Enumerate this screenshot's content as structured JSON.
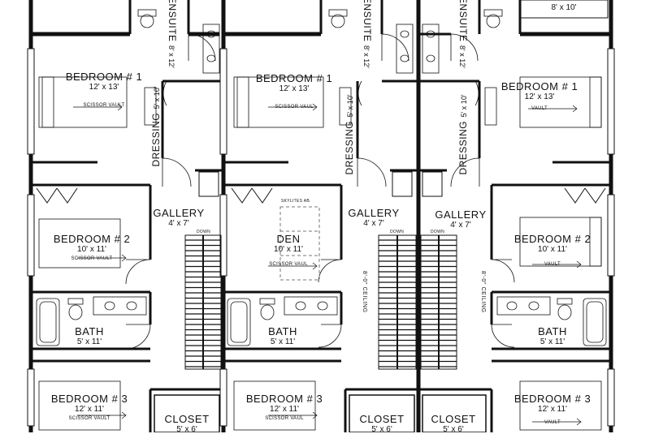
{
  "units": [
    {
      "rooms": {
        "bedroom1": {
          "name": "BEDROOM # 1",
          "dim": "12' x 13'",
          "note": "SCISSOR VAULT"
        },
        "ensuite": {
          "name": "ENSUITE",
          "dim": "8' x 12'"
        },
        "dressing": {
          "name": "DRESSING",
          "dim": "5' x 10'"
        },
        "gallery": {
          "name": "GALLERY",
          "dim": "4' x 7'"
        },
        "bedroom2": {
          "name": "BEDROOM # 2",
          "dim": "10' x 11'",
          "note": "SCISSOR VAULT"
        },
        "bath": {
          "name": "BATH",
          "dim": "5' x 11'"
        },
        "bedroom3": {
          "name": "BEDROOM # 3",
          "dim": "12' x 11'",
          "note": "SCISSOR VAULT"
        },
        "closet": {
          "name": "CLOSET",
          "dim": "5' x 6'"
        },
        "down": "DOWN"
      }
    },
    {
      "rooms": {
        "bedroom1": {
          "name": "BEDROOM # 1",
          "dim": "12' x 13'",
          "note": "SCISSOR VAUL"
        },
        "ensuite": {
          "name": "ENSUITE",
          "dim": "8' x 12'"
        },
        "dressing": {
          "name": "DRESSING",
          "dim": "5' x 10'"
        },
        "gallery": {
          "name": "GALLERY",
          "dim": "4' x 7'"
        },
        "den": {
          "name": "DEN",
          "dim": "10' x 11'",
          "note": "SCISSOR VAUL",
          "skylite": "SKYLITES AB."
        },
        "bath": {
          "name": "BATH",
          "dim": "5' x 11'"
        },
        "bedroom3": {
          "name": "BEDROOM # 3",
          "dim": "12' x 11'",
          "note": "SCISSOR VAUL"
        },
        "closet": {
          "name": "CLOSET",
          "dim": "5' x 6'"
        },
        "ceiling": "8'-0\" CEILING",
        "down": "DOWN"
      }
    },
    {
      "rooms": {
        "bedroom1": {
          "name": "BEDROOM # 1",
          "dim": "12' x 13'",
          "note": "VAULT"
        },
        "ensuite": {
          "name": "ENSUITE",
          "dim": "8' x 12'"
        },
        "dressing": {
          "name": "DRESSING",
          "dim": "5' x 10'"
        },
        "gallery": {
          "name": "GALLERY",
          "dim": "4' x 7'"
        },
        "bedroom2": {
          "name": "BEDROOM # 2",
          "dim": "10' x 11'",
          "note": "VAULT"
        },
        "bath": {
          "name": "BATH",
          "dim": "5' x 11'"
        },
        "bedroom3": {
          "name": "BEDROOM # 3",
          "dim": "12' x 11'",
          "note": "VAULT"
        },
        "closet": {
          "name": "CLOSET",
          "dim": "5' x 6'"
        },
        "ceiling": "8'-0\" CEILING",
        "down": "DOWN",
        "top_room_dim": "8' x 10'"
      }
    }
  ]
}
